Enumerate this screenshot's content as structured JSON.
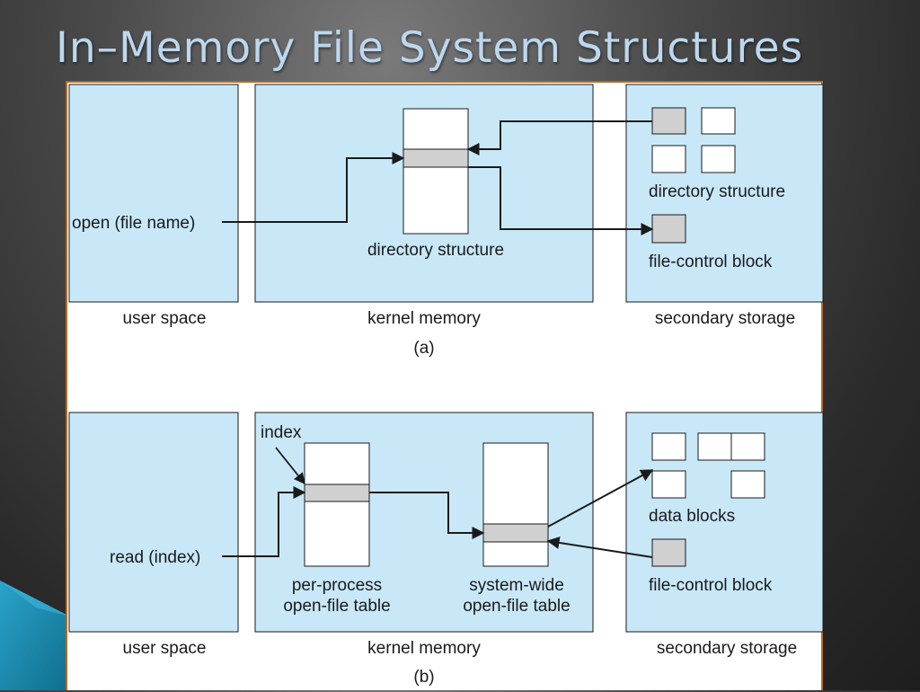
{
  "slide": {
    "title": "In–Memory File System Structures"
  },
  "colors": {
    "region": "#c8e8f8",
    "highlight": "#d0d0d0",
    "frame": "#b56a22",
    "title": "#bcd7ee"
  },
  "part_a": {
    "call": "open (file name)",
    "kernel_table_label": "directory structure",
    "disk_dir_label": "directory structure",
    "disk_fcb_label": "file-control block",
    "region_user": "user space",
    "region_kernel": "kernel memory",
    "region_storage": "secondary storage",
    "caption": "(a)"
  },
  "part_b": {
    "call": "read (index)",
    "index_label": "index",
    "per_process_line1": "per-process",
    "per_process_line2": "open-file table",
    "system_wide_line1": "system-wide",
    "system_wide_line2": "open-file table",
    "data_blocks_label": "data blocks",
    "disk_fcb_label": "file-control block",
    "region_user": "user space",
    "region_kernel": "kernel memory",
    "region_storage": "secondary storage",
    "caption": "(b)"
  }
}
